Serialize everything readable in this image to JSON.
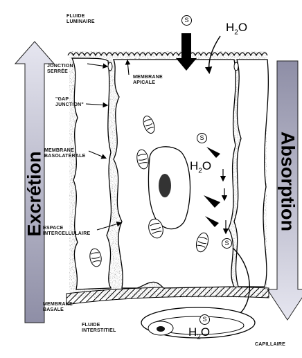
{
  "labels": {
    "fluide_luminaire": "FLUIDE\nLUMINAIRE",
    "jonction_serree": "JONCTION\nSERRÉE",
    "membrane_apicale": "MEMBRANE\nAPICALE",
    "gap_junction": "\"GAP\nJUNCTION\"",
    "membrane_basolaterale": "MEMBRANE\nBASOLATÉRALE",
    "espace_intercellulaire": "ESPACE\nINTERCELLULAIRE",
    "membrane_basale": "MEMBRANE\nBASALE",
    "fluide_interstitiel": "FLUIDE\nINTERSTITIEL",
    "capillaire": "CAPILLAIRE"
  },
  "arrows": {
    "excretion": "Excrétion",
    "absorption": "Absorption"
  },
  "symbols": {
    "solute": "S",
    "water": "H",
    "water_sub": "2",
    "water_tail": "O"
  },
  "colors": {
    "arrow_top": "#e6e6f0",
    "arrow_bottom": "#8e8ea6",
    "stroke": "#000000"
  }
}
